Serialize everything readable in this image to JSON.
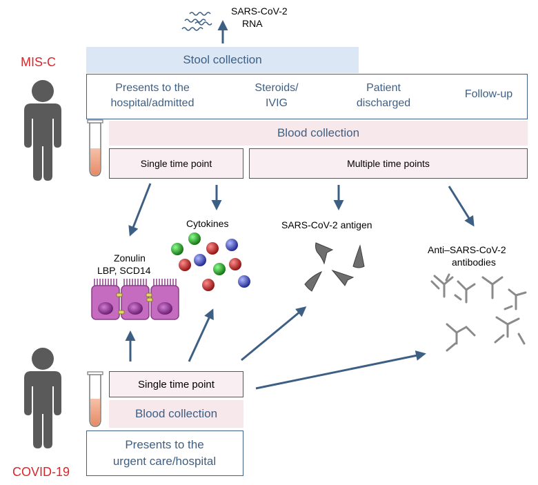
{
  "mis_c": {
    "label": "MIS-C",
    "stool_collection": "Stool collection",
    "rna_label_line1": "SARS-CoV-2",
    "rna_label_line2": "RNA",
    "steps": [
      {
        "line1": "Presents to the",
        "line2": "hospital/admitted"
      },
      {
        "line1": "Steroids/",
        "line2": "IVIG"
      },
      {
        "line1": "Patient",
        "line2": "discharged"
      },
      {
        "line1": "Follow-up",
        "line2": ""
      }
    ],
    "blood_collection": "Blood collection",
    "single_time_point": "Single time point",
    "multiple_time_points": "Multiple time points"
  },
  "outcomes": {
    "zonulin_line1": "Zonulin",
    "zonulin_line2": "LBP, SCD14",
    "cytokines": "Cytokines",
    "antigen": "SARS-CoV-2 antigen",
    "antibodies_line1": "Anti–SARS-CoV-2",
    "antibodies_line2": "antibodies"
  },
  "covid": {
    "label": "COVID-19",
    "single_time_point": "Single time point",
    "blood_collection": "Blood collection",
    "presents_line1": "Presents to the",
    "presents_line2": "urgent care/hospital"
  },
  "colors": {
    "arrow": "#3d5f84",
    "label_red": "#d9262b",
    "band_blue": "#dbe7f5",
    "band_pink": "#f7e8ec",
    "person": "#5a5a5a",
    "cell": "#c56cc0"
  },
  "icons": {
    "person": "person-icon",
    "tube": "test-tube-icon",
    "rna": "rna-strand-icon",
    "cells": "epithelial-cell-icon",
    "cytokine": "cytokine-dot-icon",
    "antigen": "antigen-icon",
    "antibody": "antibody-icon"
  }
}
